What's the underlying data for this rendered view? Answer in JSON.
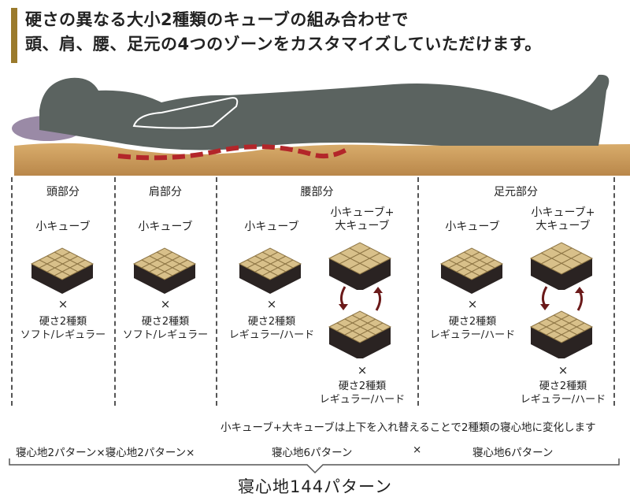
{
  "headline": {
    "line1": "硬さの異なる大小2種類のキューブの組み合わせで",
    "line2": "頭、肩、腰、足元の4つのゾーンをカスタマイズしていただけます。"
  },
  "zones": {
    "head": {
      "label": "頭部分",
      "cube": "小キューブ",
      "cross": "×",
      "spec1": "硬さ2種類",
      "spec2": "ソフト/レギュラー"
    },
    "shoulder": {
      "label": "肩部分",
      "cube": "小キューブ",
      "cross": "×",
      "spec1": "硬さ2種類",
      "spec2": "ソフト/レギュラー"
    },
    "waist": {
      "label": "腰部分",
      "cube_small": "小キューブ",
      "cross_small": "×",
      "spec1_small": "硬さ2種類",
      "spec2_small": "レギュラー/ハード",
      "cube_combo1": "小キューブ+",
      "cube_combo2": "大キューブ",
      "cross_combo": "×",
      "spec1_combo": "硬さ2種類",
      "spec2_combo": "レギュラー/ハード"
    },
    "feet": {
      "label": "足元部分",
      "cube_small": "小キューブ",
      "cross_small": "×",
      "spec1_small": "硬さ2種類",
      "spec2_small": "レギュラー/ハード",
      "cube_combo1": "小キューブ+",
      "cube_combo2": "大キューブ",
      "cross_combo": "×",
      "spec1_combo": "硬さ2種類",
      "spec2_combo": "レギュラー/ハード"
    }
  },
  "note": "小キューブ+大キューブは上下を入れ替えることで2種類の寝心地に変化します",
  "patterns": {
    "p1": "寝心地2パターン×寝心地2パターン×",
    "p2": "寝心地6パターン",
    "cross": "×",
    "p3": "寝心地6パターン"
  },
  "total": "寝心地144パターン",
  "colors": {
    "accent_bar": "#9a7a2c",
    "mattress": "#c89a5c",
    "body": "#5b6360",
    "pillow": "#9a8aa6",
    "spine_dashes": "#b3262a",
    "cube_top": "#d8c08a",
    "cube_base": "#2a2322",
    "arrow": "#6b1a1a"
  }
}
